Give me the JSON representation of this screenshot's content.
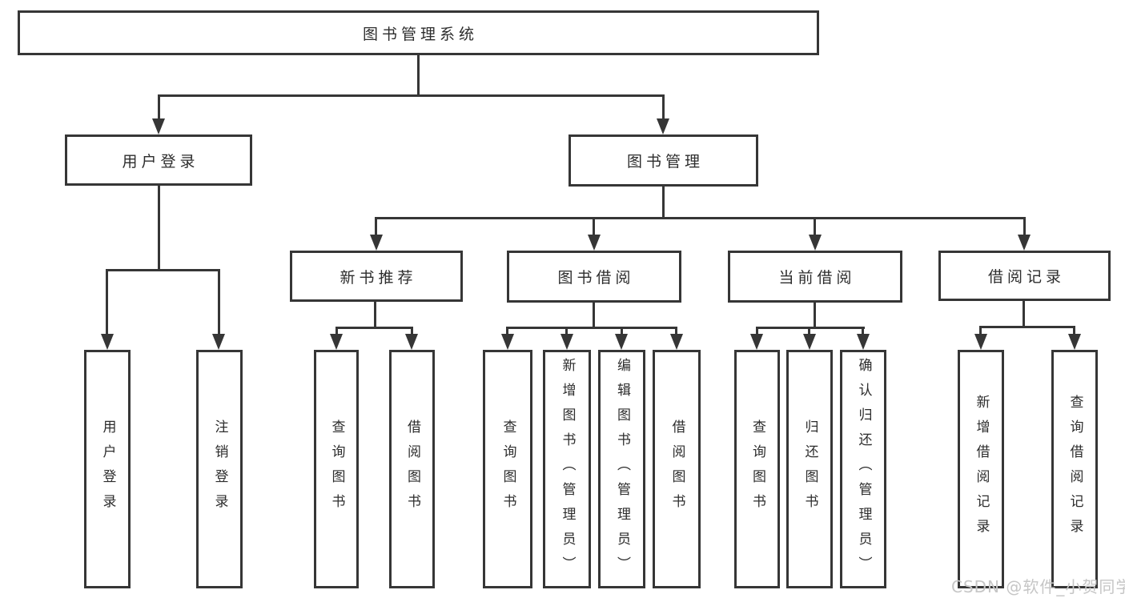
{
  "diagram": {
    "title": "图书管理系统",
    "root": {
      "label": "图书管理系统"
    },
    "branches": [
      {
        "label": "用户登录",
        "children": [
          {
            "label": "用户登录"
          },
          {
            "label": "注销登录"
          }
        ]
      },
      {
        "label": "图书管理",
        "children": [
          {
            "label": "新书推荐",
            "children": [
              {
                "label": "查询图书"
              },
              {
                "label": "借阅图书"
              }
            ]
          },
          {
            "label": "图书借阅",
            "children": [
              {
                "label": "查询图书"
              },
              {
                "label": "新增图书（管理员）"
              },
              {
                "label": "编辑图书（管理员）"
              },
              {
                "label": "借阅图书"
              }
            ]
          },
          {
            "label": "当前借阅",
            "children": [
              {
                "label": "查询图书"
              },
              {
                "label": "归还图书"
              },
              {
                "label": "确认归还（管理员）"
              }
            ]
          },
          {
            "label": "借阅记录",
            "children": [
              {
                "label": "新增借阅记录"
              },
              {
                "label": "查询借阅记录"
              }
            ]
          }
        ]
      }
    ]
  },
  "watermark": {
    "text": "CSDN @软件_小贺同学"
  },
  "colors": {
    "line": "#363636",
    "text": "#2d2d2d",
    "watermark": "#c6c6c6",
    "background": "#ffffff"
  }
}
